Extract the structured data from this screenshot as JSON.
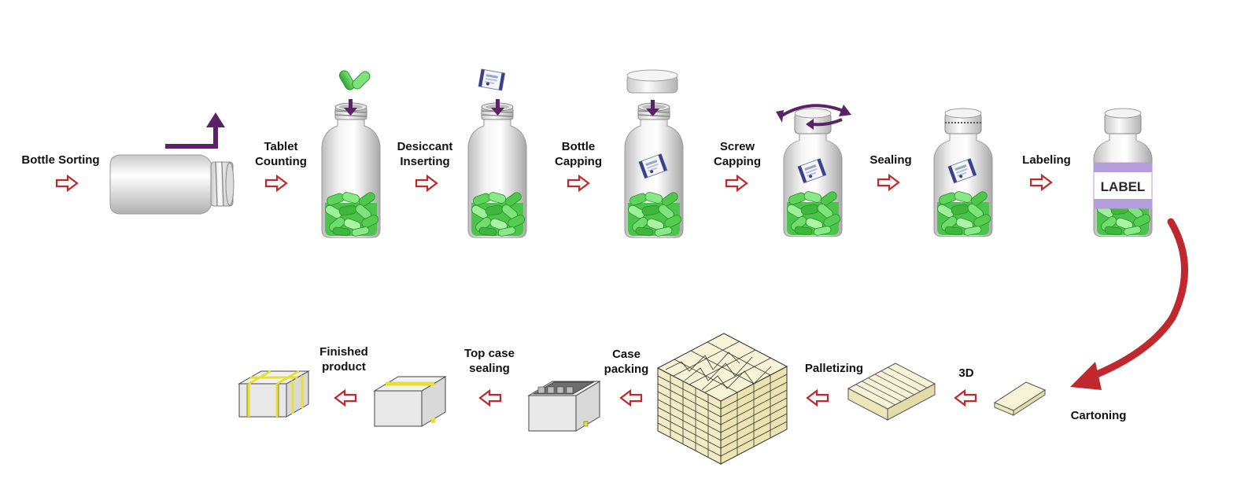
{
  "diagram": {
    "steps": [
      {
        "id": "bottle-sorting",
        "line1": "Bottle Sorting",
        "line2": ""
      },
      {
        "id": "tablet-counting",
        "line1": "Tablet",
        "line2": "Counting"
      },
      {
        "id": "desiccant-inserting",
        "line1": "Desiccant",
        "line2": "Inserting"
      },
      {
        "id": "bottle-capping",
        "line1": "Bottle",
        "line2": "Capping"
      },
      {
        "id": "screw-capping",
        "line1": "Screw",
        "line2": "Capping"
      },
      {
        "id": "sealing",
        "line1": "Sealing",
        "line2": ""
      },
      {
        "id": "labeling",
        "line1": "Labeling",
        "line2": ""
      },
      {
        "id": "cartoning",
        "line1": "Cartoning",
        "line2": ""
      },
      {
        "id": "3d",
        "line1": "3D",
        "line2": ""
      },
      {
        "id": "palletizing",
        "line1": "Palletizing",
        "line2": ""
      },
      {
        "id": "case-packing",
        "line1": "Case",
        "line2": "packing"
      },
      {
        "id": "top-case-sealing",
        "line1": "Top case",
        "line2": "sealing"
      },
      {
        "id": "finished-product",
        "line1": "Finished",
        "line2": "product"
      }
    ],
    "label_text": "LABEL",
    "colors": {
      "arrow_red": "#c0282d",
      "purple": "#5b2267",
      "capsule_green": "#3fbf3f",
      "label_purple": "#b39ddb",
      "carton_cream": "#f7f3d6",
      "tape_yellow": "#e8de3a"
    },
    "icons": [
      "right-arrow-icon",
      "left-arrow-icon",
      "curved-arrow-icon",
      "bottle-icon",
      "capsule-icon",
      "desiccant-packet-icon",
      "cap-icon",
      "rotate-arrows-icon",
      "carton-icon",
      "case-icon",
      "pallet-icon"
    ]
  }
}
